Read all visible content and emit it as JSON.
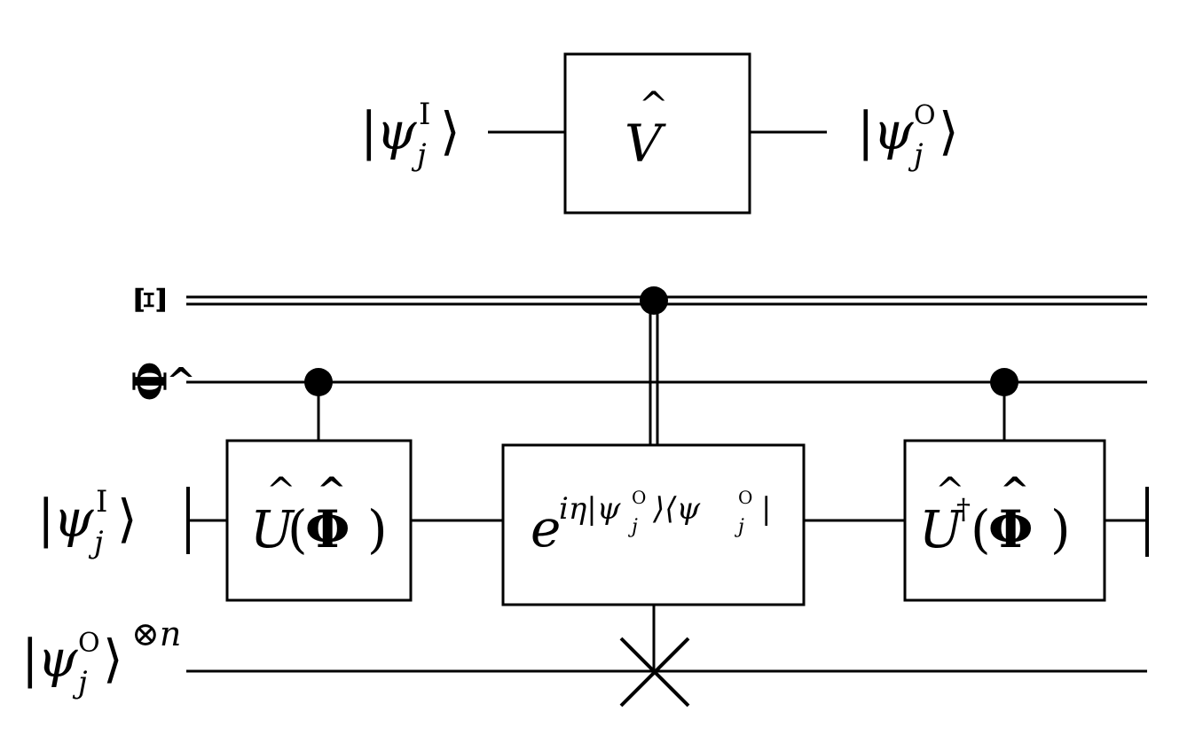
{
  "top_circuit": {
    "input_label": {
      "ket_open": "|",
      "psi": "ψ",
      "sub": "j",
      "sup": "I",
      "ket_close": "⟩"
    },
    "gate": {
      "hat": "^",
      "symbol": "V"
    },
    "output_label": {
      "ket_open": "|",
      "psi": "ψ",
      "sub": "j",
      "sup": "O",
      "ket_close": "⟩"
    }
  },
  "bottom_circuit": {
    "wire_labels": {
      "xi": "Ξ",
      "phi": {
        "hat": "^",
        "symbol": "Φ"
      },
      "psi_in": {
        "ket_open": "|",
        "psi": "ψ",
        "sub": "j",
        "sup": "I",
        "ket_close": "⟩"
      },
      "psi_out_n": {
        "ket_open": "|",
        "psi": "ψ",
        "sub": "j",
        "sup": "O",
        "ket_close": "⟩",
        "power": "⊗n"
      }
    },
    "gates": {
      "u": {
        "hat": "^",
        "symbol": "U",
        "lparen": "(",
        "arg_hat": "^",
        "arg": "Φ",
        "rparen": ")"
      },
      "exp": {
        "base": "e",
        "exponent": "iη|ψ",
        "sub1": "j",
        "sup1": "O",
        "mid": "⟩⟨ψ",
        "sub2": "j",
        "sup2": "O",
        "end": "|"
      },
      "udag": {
        "hat": "^",
        "symbol": "U",
        "dagger": "†",
        "lparen": "(",
        "arg_hat": "^",
        "arg": "Φ",
        "rparen": ")"
      }
    }
  }
}
